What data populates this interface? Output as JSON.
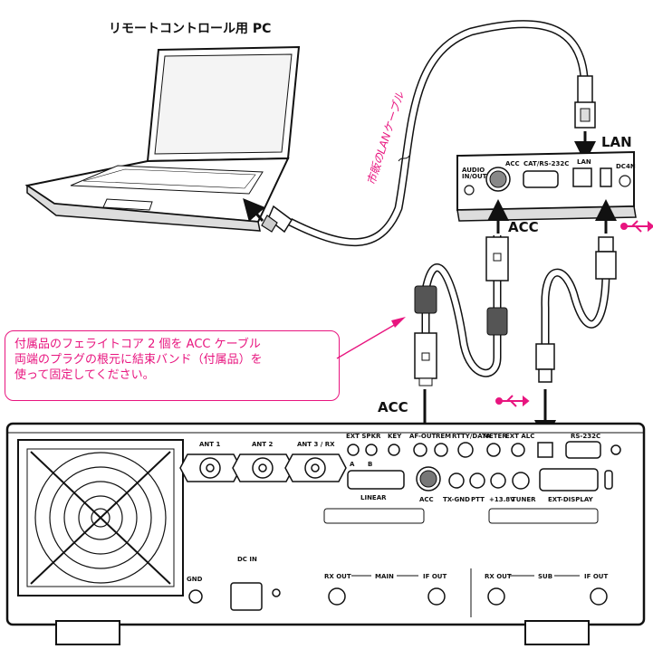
{
  "pc_label": "リモートコントロール用 PC",
  "cable_label": "市販のLANケーブル",
  "lan_label": "LAN",
  "acc_label_top": "ACC",
  "acc_label_bottom": "ACC",
  "note_lines": [
    "付属品のフェライトコア 2 個を ACC ケーブル",
    "両端のプラグの根元に結束バンド（付属品）を",
    "使って固定してください。"
  ],
  "interface_box": {
    "audio_io": [
      "AUDIO",
      "IN/OUT"
    ],
    "acc": "ACC",
    "cat": "CAT/RS-232C",
    "lan": "LAN",
    "dc": "DC4N"
  },
  "rear_panel": {
    "ant1": "ANT 1",
    "ant2": "ANT 2",
    "ant3": "ANT 3 / RX",
    "ext_spkr": "EXT SPKR",
    "spkr_a": "A",
    "spkr_b": "B",
    "key": "KEY",
    "af_out": "AF-OUT",
    "rem": "REM",
    "rtty": "RTTY/DATA",
    "meter": "METER",
    "ext_alc": "EXT ALC",
    "rs232c": "RS-232C",
    "linear": "LINEAR",
    "acc": "ACC",
    "tx_gnd": "TX-GND",
    "ptt": "PTT",
    "v138": "+13.8V",
    "tuner": "TUNER",
    "ext_display": "EXT-DISPLAY",
    "gnd": "GND",
    "dc_in": "DC IN",
    "rx_out_main": "RX OUT",
    "main": "MAIN",
    "if_out_main": "IF OUT",
    "rx_out_sub": "RX OUT",
    "sub": "SUB",
    "if_out_sub": "IF OUT"
  },
  "colors": {
    "accent": "#e8157f",
    "line": "#111111"
  }
}
